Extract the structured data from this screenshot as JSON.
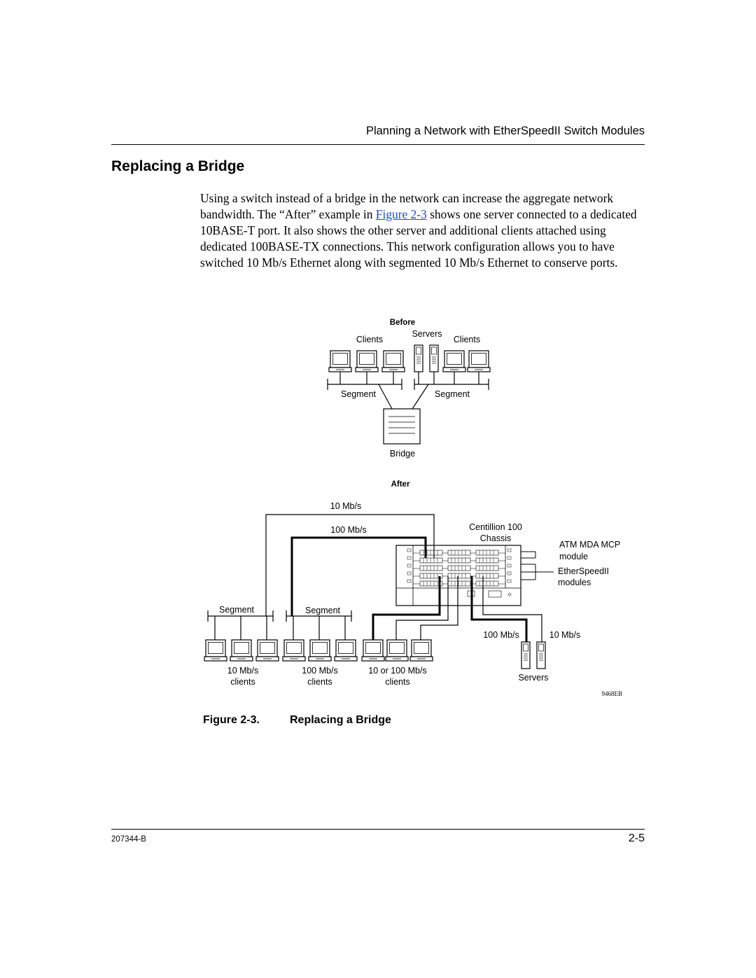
{
  "header": {
    "running_title": "Planning a Network with EtherSpeedII Switch Modules"
  },
  "section": {
    "title": "Replacing a Bridge"
  },
  "body": {
    "para_before_link": "Using a switch instead of a bridge in the network can increase the aggregate network bandwidth. The “After” example in ",
    "link_text": "Figure 2-3",
    "para_after_link": " shows one server connected to a dedicated 10BASE-T port. It also shows the other server and additional clients attached using dedicated 100BASE-TX connections. This network configuration allows you to have switched 10 Mb/s Ethernet along with segmented 10 Mb/s Ethernet to conserve ports."
  },
  "figure": {
    "before": {
      "heading": "Before",
      "clients_left": "Clients",
      "servers": "Servers",
      "clients_right": "Clients",
      "segment_left": "Segment",
      "segment_right": "Segment",
      "bridge": "Bridge"
    },
    "after": {
      "heading": "After",
      "top_10mbs": "10 Mb/s",
      "top_100mbs": "100 Mb/s",
      "chassis_line1": "Centillion 100",
      "chassis_line2": "Chassis",
      "atm_line1": "ATM MDA MCP",
      "atm_line2": "module",
      "ether_line1": "EtherSpeedII",
      "ether_line2": "modules",
      "segment_left": "Segment",
      "segment_mid": "Segment",
      "server_100": "100 Mb/s",
      "server_10": "10 Mb/s",
      "clients_a_line1": "10 Mb/s",
      "clients_a_line2": "clients",
      "clients_b_line1": "100 Mb/s",
      "clients_b_line2": "clients",
      "clients_c_line1": "10 or 100 Mb/s",
      "clients_c_line2": "clients",
      "servers": "Servers"
    },
    "code": "9468EB"
  },
  "caption": {
    "number": "Figure 2-3.",
    "title": "Replacing a Bridge"
  },
  "footer": {
    "doc_number": "207344-B",
    "page": "2-5"
  }
}
